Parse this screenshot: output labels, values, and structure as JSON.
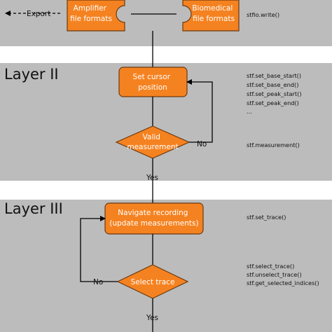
{
  "colors": {
    "band": "#bcbcbc",
    "shape_fill": "#f58220",
    "shape_stroke": "#6b3a10",
    "text_on_shape": "#ffffff",
    "line": "#000000"
  },
  "layer1": {
    "export_label": "Export",
    "amplifier_box": [
      "Amplifier",
      "file formats"
    ],
    "biomedical_box": [
      "Biomedical",
      "file formats"
    ],
    "write_call": "stfio.write()"
  },
  "layer2": {
    "title": "Layer II",
    "set_cursor_box": [
      "Set cursor",
      "position"
    ],
    "cursor_calls": [
      "stf.set_base_start()",
      "stf.set_base_end()",
      "stf.set_peak_start()",
      "stf.set_peak_end()",
      "..."
    ],
    "valid_diamond": [
      "Valid",
      "measurement"
    ],
    "no_label": "No",
    "measurement_call": "stf.measurement()",
    "yes_label": "Yes"
  },
  "layer3": {
    "title": "Layer III",
    "navigate_box": [
      "Navigate recording",
      "(update measurements)"
    ],
    "set_trace_call": "stf.set_trace()",
    "select_diamond": "Select trace",
    "no_label": "No",
    "select_calls": [
      "stf.select_trace()",
      "stf.unselect_trace()",
      "stf.get_selected_indices()"
    ],
    "yes_label": "Yes"
  }
}
